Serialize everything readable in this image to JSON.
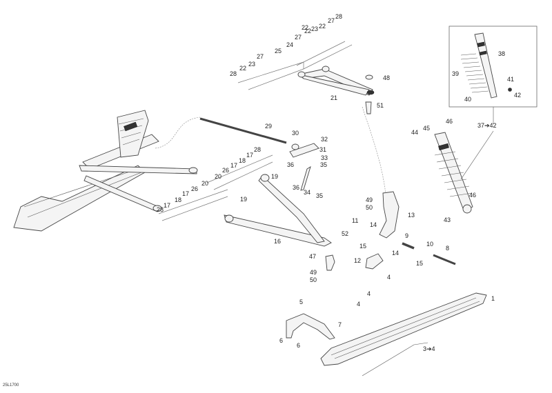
{
  "diagram": {
    "title": "Front Suspension and Ski Exploded View",
    "drawing_code": "25L1700",
    "inset_box_label": "37→42",
    "callouts": [
      {
        "id": "c28a",
        "label": "28"
      },
      {
        "id": "c27a",
        "label": "27"
      },
      {
        "id": "c22a",
        "label": "22"
      },
      {
        "id": "c23a",
        "label": "23"
      },
      {
        "id": "c22b",
        "label": "22"
      },
      {
        "id": "c27b",
        "label": "27"
      },
      {
        "id": "c24",
        "label": "24"
      },
      {
        "id": "c22c",
        "label": "22"
      },
      {
        "id": "c23b",
        "label": "23"
      },
      {
        "id": "c22d",
        "label": "22"
      },
      {
        "id": "c27c",
        "label": "27"
      },
      {
        "id": "c25",
        "label": "25"
      },
      {
        "id": "c28b",
        "label": "28"
      },
      {
        "id": "c21",
        "label": "21"
      },
      {
        "id": "c48",
        "label": "48"
      },
      {
        "id": "c51",
        "label": "51"
      },
      {
        "id": "c38",
        "label": "38"
      },
      {
        "id": "c39",
        "label": "39"
      },
      {
        "id": "c40",
        "label": "40"
      },
      {
        "id": "c41",
        "label": "41"
      },
      {
        "id": "c42",
        "label": "42"
      },
      {
        "id": "c37",
        "label": "37➔42"
      },
      {
        "id": "c44",
        "label": "44"
      },
      {
        "id": "c45",
        "label": "45"
      },
      {
        "id": "c46a",
        "label": "46"
      },
      {
        "id": "c46b",
        "label": "46"
      },
      {
        "id": "c43",
        "label": "43"
      },
      {
        "id": "c29",
        "label": "29"
      },
      {
        "id": "c30",
        "label": "30"
      },
      {
        "id": "c31",
        "label": "31"
      },
      {
        "id": "c32",
        "label": "32"
      },
      {
        "id": "c33",
        "label": "33"
      },
      {
        "id": "c35a",
        "label": "35"
      },
      {
        "id": "c35b",
        "label": "35"
      },
      {
        "id": "c36a",
        "label": "36"
      },
      {
        "id": "c36b",
        "label": "36"
      },
      {
        "id": "c34",
        "label": "34"
      },
      {
        "id": "c28c",
        "label": "28"
      },
      {
        "id": "c17a",
        "label": "17"
      },
      {
        "id": "c18a",
        "label": "18"
      },
      {
        "id": "c17b",
        "label": "17"
      },
      {
        "id": "c26a",
        "label": "26"
      },
      {
        "id": "c20a",
        "label": "20"
      },
      {
        "id": "c19a",
        "label": "19"
      },
      {
        "id": "c19b",
        "label": "19"
      },
      {
        "id": "c20b",
        "label": "20"
      },
      {
        "id": "c26b",
        "label": "26"
      },
      {
        "id": "c17c",
        "label": "17"
      },
      {
        "id": "c18b",
        "label": "18"
      },
      {
        "id": "c17d",
        "label": "17"
      },
      {
        "id": "c28d",
        "label": "28"
      },
      {
        "id": "c16",
        "label": "16"
      },
      {
        "id": "c52",
        "label": "52"
      },
      {
        "id": "c47",
        "label": "47"
      },
      {
        "id": "c49a",
        "label": "49"
      },
      {
        "id": "c50a",
        "label": "50"
      },
      {
        "id": "c49b",
        "label": "49"
      },
      {
        "id": "c50b",
        "label": "50"
      },
      {
        "id": "c13",
        "label": "13"
      },
      {
        "id": "c11",
        "label": "11"
      },
      {
        "id": "c14a",
        "label": "14"
      },
      {
        "id": "c15a",
        "label": "15"
      },
      {
        "id": "c14b",
        "label": "14"
      },
      {
        "id": "c9",
        "label": "9"
      },
      {
        "id": "c10",
        "label": "10"
      },
      {
        "id": "c15b",
        "label": "15"
      },
      {
        "id": "c8",
        "label": "8"
      },
      {
        "id": "c12",
        "label": "12"
      },
      {
        "id": "c4a",
        "label": "4"
      },
      {
        "id": "c4b",
        "label": "4"
      },
      {
        "id": "c4c",
        "label": "4"
      },
      {
        "id": "c1",
        "label": "1"
      },
      {
        "id": "c5",
        "label": "5"
      },
      {
        "id": "c6a",
        "label": "6"
      },
      {
        "id": "c6b",
        "label": "6"
      },
      {
        "id": "c7",
        "label": "7"
      },
      {
        "id": "c3",
        "label": "3➔4"
      }
    ]
  }
}
